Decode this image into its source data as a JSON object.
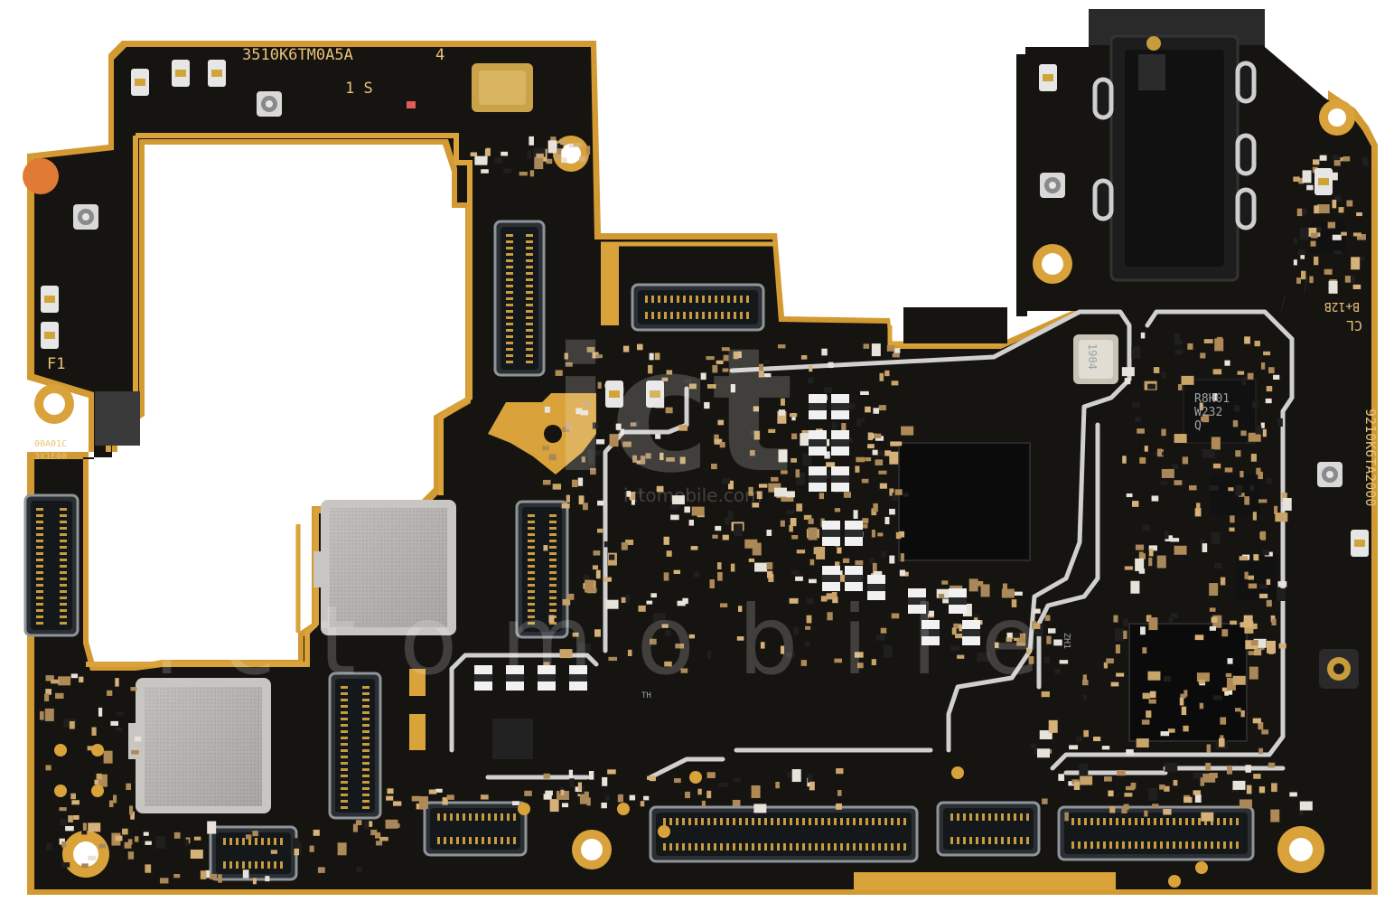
{
  "photo": {
    "subject": "motherboard"
  },
  "silkscreen": {
    "board_code_top": "3510K6TM0A5A",
    "mark_1s": "1 S",
    "mark_4": "4",
    "fuse_label": "F1",
    "side_code_a": "00A01C",
    "side_code_b": "3X1E00",
    "right_code": "9210K6TA2000",
    "right_mark_a": "CL",
    "right_mark_b": "B+12B"
  },
  "chips": {
    "pmic_line1": "R8H01",
    "pmic_line2": "W232",
    "pmic_line3": "Q",
    "crystal_a": "1904",
    "small_ic": "ZH1",
    "small_ic_b": "TH"
  },
  "watermark": {
    "text_small": "ictomobile.com",
    "text_big": "ictomobile",
    "logo": "ict"
  },
  "colors": {
    "board": "#161410",
    "gold": "#d9a23a",
    "shield": "#b9b7b3",
    "solder_pad": "#c9a469"
  }
}
